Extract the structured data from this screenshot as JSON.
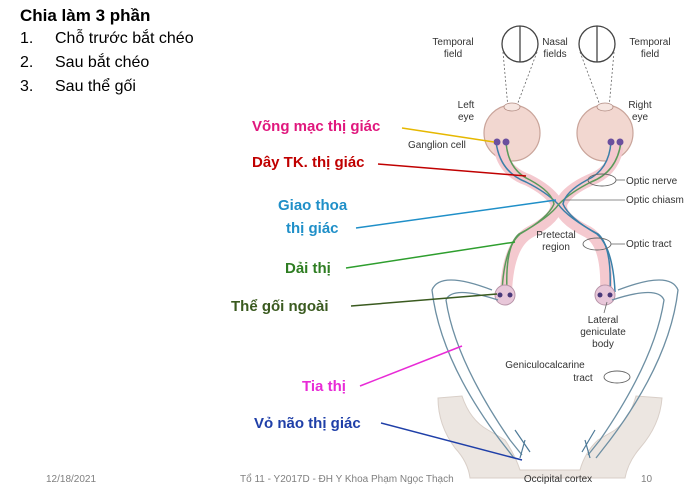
{
  "slide": {
    "title": "Chia làm 3 phần",
    "items": [
      {
        "num": "1.",
        "text": "Chỗ trước bắt chéo"
      },
      {
        "num": "2.",
        "text": "Sau bắt chéo"
      },
      {
        "num": "3.",
        "text": "Sau thể gối"
      }
    ],
    "footer": {
      "date": "12/18/2021",
      "center": "Tổ 11 - Y2017D - ĐH Y Khoa Phạm Ngọc Thạch",
      "page": "10"
    }
  },
  "annotations": {
    "retina": {
      "text": "Võng mạc thị giác",
      "color": "#e0177d"
    },
    "optic_nerve": {
      "text": "Dây TK. thị giác",
      "color": "#c00000"
    },
    "chiasm_1": {
      "text": "Giao thoa",
      "color": "#1f8fc8"
    },
    "chiasm_2": {
      "text": "thị giác",
      "color": "#1f8fc8"
    },
    "tract": {
      "text": "Dải thị",
      "color": "#2e7d22"
    },
    "lgn": {
      "text": "Thể gối ngoài",
      "color": "#3a5a1f"
    },
    "radiation": {
      "text": "Tia thị",
      "color": "#e82bd6"
    },
    "cortex": {
      "text": "Vỏ não thị giác",
      "color": "#1f3fa8"
    }
  },
  "figure": {
    "temporal_left": [
      "Temporal",
      "field"
    ],
    "nasal": [
      "Nasal",
      "fields"
    ],
    "temporal_right": [
      "Temporal",
      "field"
    ],
    "left_eye": [
      "Left",
      "eye"
    ],
    "right_eye": [
      "Right",
      "eye"
    ],
    "ganglion": "Ganglion cell",
    "optic_nerve": "Optic nerve",
    "optic_chiasm": "Optic chiasm",
    "pretectal": [
      "Pretectal",
      "region"
    ],
    "optic_tract": "Optic tract",
    "lgb": [
      "Lateral",
      "geniculate",
      "body"
    ],
    "genic": [
      "Geniculocalcarine",
      "tract"
    ],
    "occipital": "Occipital cortex"
  }
}
